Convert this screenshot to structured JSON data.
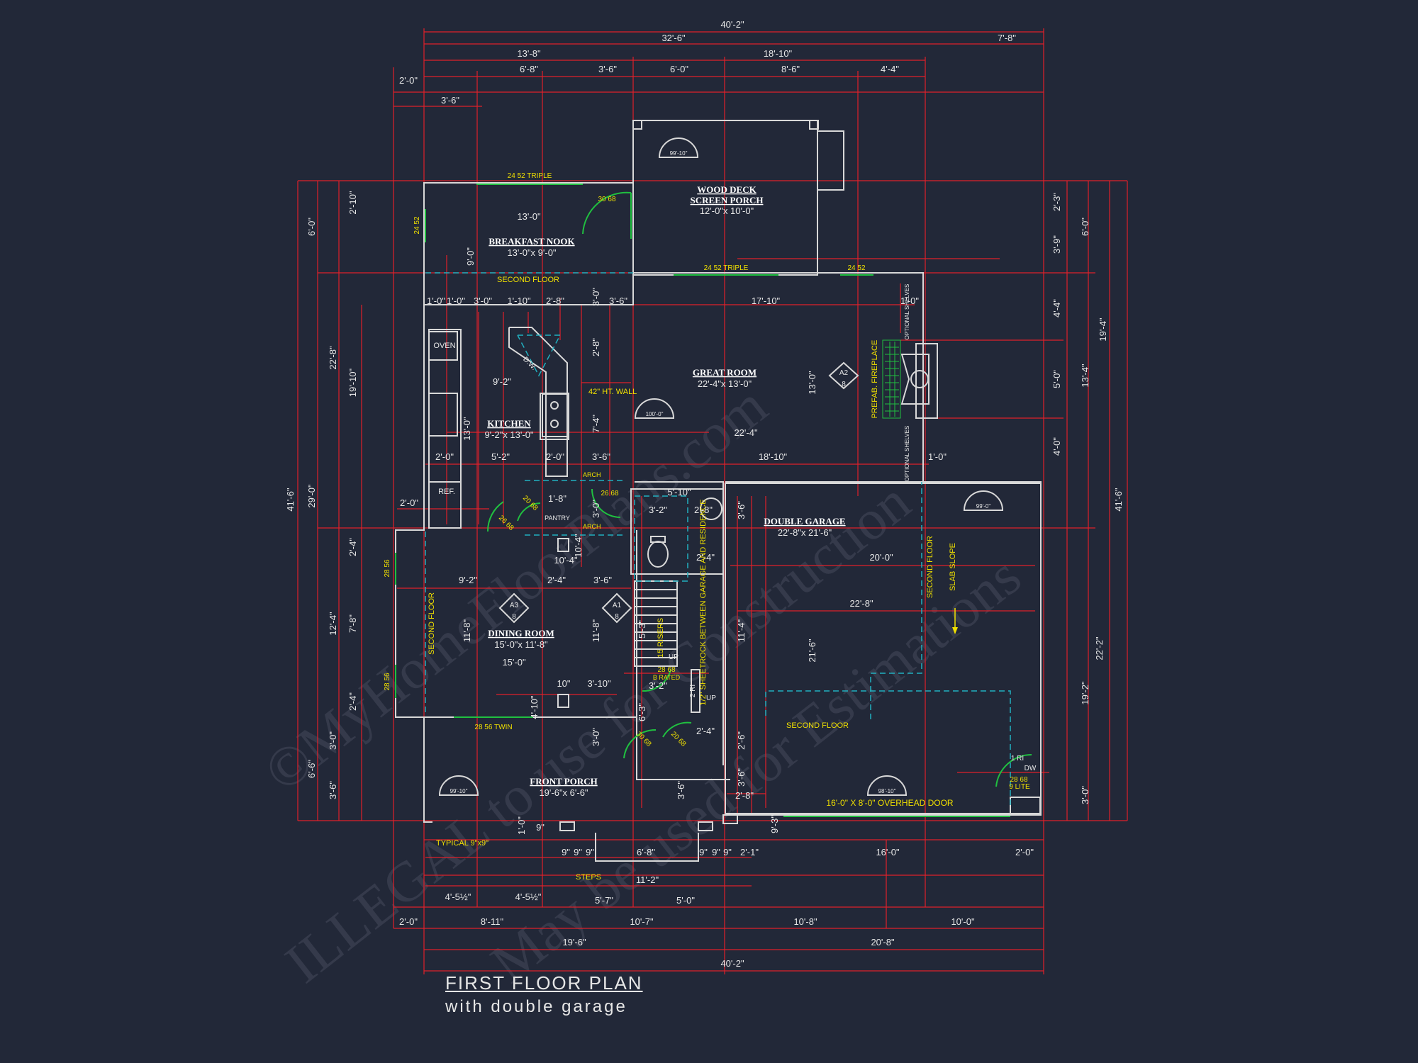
{
  "title": "FIRST FLOOR PLAN",
  "subtitle": "with double garage",
  "watermark": {
    "lines": [
      "©MyHomeFloorPlans.com",
      "ILLEGAL to use for Construction",
      "May be used for Estimations"
    ]
  },
  "rooms": {
    "wood_deck": {
      "name": "WOOD DECK",
      "name2": "SCREEN PORCH",
      "size": "12'-0\"x 10'-0\""
    },
    "breakfast": {
      "name": "BREAKFAST NOOK",
      "size": "13'-0\"x 9'-0\""
    },
    "great_room": {
      "name": "GREAT ROOM",
      "size": "22'-4\"x 13'-0\""
    },
    "kitchen": {
      "name": "KITCHEN",
      "size": "9'-2\"x 13'-0\""
    },
    "dining": {
      "name": "DINING ROOM",
      "size": "15'-0\"x 11'-8\""
    },
    "garage": {
      "name": "DOUBLE GARAGE",
      "size": "22'-8\"x 21'-6\""
    },
    "porch": {
      "name": "FRONT PORCH",
      "size": "19'-6\"x 6'-6\""
    }
  },
  "labels": {
    "oven": "OVEN",
    "ref": "REF.",
    "pantry": "PANTRY",
    "dw": "D.W.",
    "second_floor": "SECOND FLOOR",
    "arch": "ARCH",
    "fireplace": "PREFAB. FIREPLACE",
    "optional_shelves": "OPTIONAL SHELVES",
    "wall_note": "42\" HT. WALL",
    "sheetrock": "1/2\" SHEETROCK BETWEEN GARAGE AND RESIDENCE",
    "risers": "15 RISERS",
    "up": "UP",
    "b_rated": "B RATED",
    "slab_slope": "SLAB SLOPE",
    "overhead_door": "16'-0\" X 8'-0\" OVERHEAD DOOR",
    "steps": "STEPS",
    "typical": "TYPICAL 9\"x9\"",
    "ri": "1 RI",
    "dw2": "DW",
    "ri2": "2 RI",
    "lite": "9 LITE"
  },
  "windows": {
    "triple1": "24 52 TRIPLE",
    "triple2": "24 52 TRIPLE",
    "w2452a": "24 52",
    "w2452b": "24 52",
    "d3068": "30 68",
    "w2856a": "28 56",
    "w2856b": "28 56",
    "twin": "28 56 TWIN",
    "d2668a": "26 68",
    "d2068a": "20 68",
    "d2668b": "26 68",
    "d2868a": "28 68",
    "d3068b": "30 68",
    "d2068b": "20 68",
    "d2868b": "28 68"
  },
  "sections": {
    "a2": {
      "top": "A2",
      "bottom": "8"
    },
    "a3": {
      "top": "A3",
      "bottom": "8"
    },
    "a1": {
      "top": "A1",
      "bottom": "8"
    }
  },
  "ceiling_fans": [
    "99'-10\"",
    "100'-0\"",
    "99'-0\"",
    "99'-10\"",
    "98'-10\""
  ],
  "dims": {
    "top_overall": "40'-2\"",
    "top_a": "32'-6\"",
    "top_b": "7'-8\"",
    "top_c": "13'-8\"",
    "top_d": "18'-10\"",
    "top_e": "6'-8\"",
    "top_f": "3'-6\"",
    "top_g": "6'-0\"",
    "top_h": "8'-6\"",
    "top_i": "4'-4\"",
    "top_j": "2'-0\"",
    "top_k": "3'-6\"",
    "nook_w": "13'-0\"",
    "nook_h": "9'-0\"",
    "r1": "1'-0\"",
    "r2": "1'-0\"",
    "r3": "3'-0\"",
    "r4": "1'-10\"",
    "r5": "2'-8\"",
    "r6": "3'-0\"",
    "r7": "3'-6\"",
    "r8": "17'-10\"",
    "r9": "1'-0\"",
    "k1": "9'-2\"",
    "k2": "2'-8\"",
    "k3": "7'-4\"",
    "k4": "13'-0\"",
    "k5": "13'-0\"",
    "k6": "2'-0\"",
    "k7": "5'-2\"",
    "k8": "2'-0\"",
    "k9": "3'-6\"",
    "k10": "18'-10\"",
    "k11": "1'-0\"",
    "g_wide": "22'-4\"",
    "m1": "2'-0\"",
    "m2": "5'-10\"",
    "m3": "1'-8\"",
    "m4": "3'-0\"",
    "m5": "3'-2\"",
    "m6": "2'-8\"",
    "m7": "3'-6\"",
    "m8": "10'-4\"",
    "m9": "10'-4\"",
    "m10": "2'-4\"",
    "m11": "20'-0\"",
    "d1": "9'-2\"",
    "d2": "2'-4\"",
    "d3": "3'-6\"",
    "d4": "22'-8\"",
    "d5": "11'-8\"",
    "d6": "11'-8\"",
    "d7": "15'-0\"",
    "d8": "11'-4\"",
    "d9": "21'-6\"",
    "d10": "5'-3\"",
    "d11": "10\"",
    "d12": "3'-10\"",
    "d13": "3'-2\"",
    "d14": "4'-10\"",
    "d15": "3'-0\"",
    "d16": "6'-3\"",
    "d17": "2'-4\"",
    "d18": "2'-6\"",
    "d19": "3'-6\"",
    "d20": "3'-6\"",
    "d21": "2'-8\"",
    "b1": "1'-0\"",
    "b2": "9\"",
    "b3": "9\"",
    "b4": "9\"",
    "b5": "9\"",
    "b6": "6'-8\"",
    "b7": "9\"",
    "b8": "9\"",
    "b9": "9\"",
    "b10": "2'-1\"",
    "b11": "16'-0\"",
    "b12": "2'-0\"",
    "b13": "9'-3\"",
    "b14": "11'-2\"",
    "b15": "4'-5½\"",
    "b16": "4'-5½\"",
    "b17": "5'-7\"",
    "b18": "5'-0\"",
    "b19": "2'-0\"",
    "b20": "8'-11\"",
    "b21": "10'-7\"",
    "b22": "10'-8\"",
    "b23": "10'-0\"",
    "b24": "19'-6\"",
    "b25": "20'-8\"",
    "b26": "40'-2\"",
    "l1": "6'-0\"",
    "l2": "2'-10\"",
    "l3": "41'-6\"",
    "l4": "29'-0\"",
    "l5": "22'-8\"",
    "l6": "19'-10\"",
    "l7": "2'-4\"",
    "l8": "12'-4\"",
    "l9": "7'-8\"",
    "l10": "2'-4\"",
    "l11": "6'-6\"",
    "l12": "3'-0\"",
    "l13": "3'-6\"",
    "rr1": "2'-3\"",
    "rr2": "6'-0\"",
    "rr3": "3'-9\"",
    "rr4": "4'-4\"",
    "rr5": "19'-4\"",
    "rr6": "5'-0\"",
    "rr7": "13'-4\"",
    "rr8": "4'-0\"",
    "rr9": "41'-6\"",
    "rr10": "22'-2\"",
    "rr11": "19'-2\"",
    "rr12": "3'-0\""
  }
}
